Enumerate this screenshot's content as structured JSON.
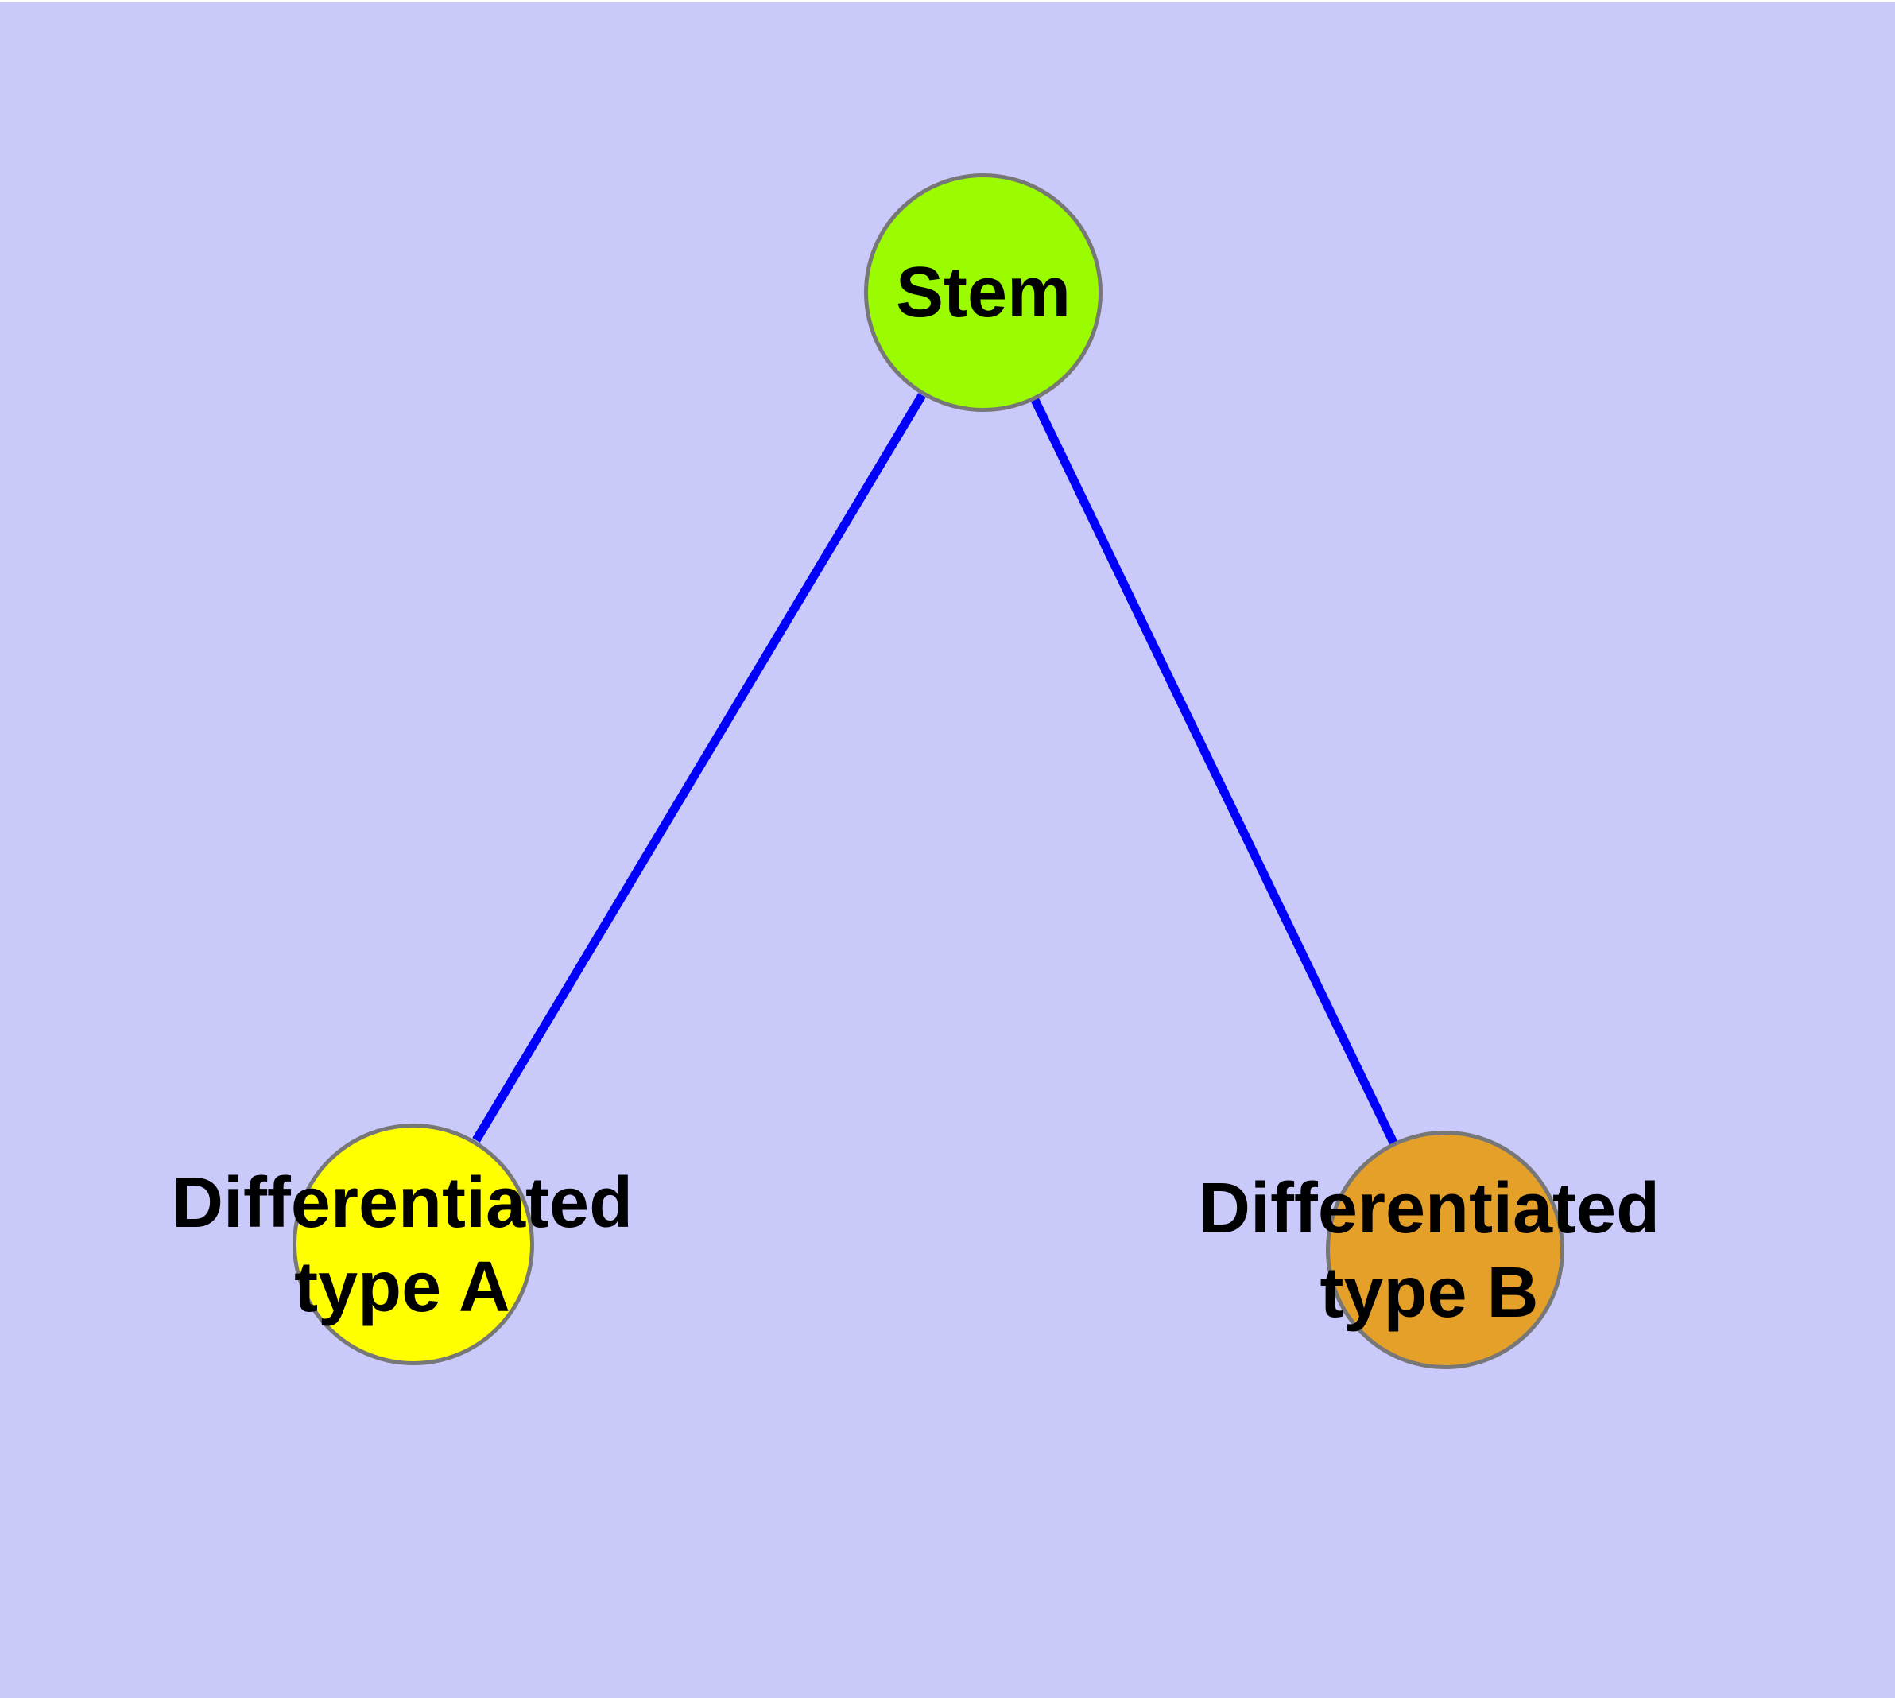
{
  "background": {
    "page": "#FFFFFF",
    "canvas": "#C9C9FA"
  },
  "diagram": {
    "nodes": [
      {
        "id": "stem",
        "label": "Stem",
        "label_lines": [
          "Stem"
        ],
        "fill": "#9BFB00",
        "border": "#777777"
      },
      {
        "id": "differentiated-type-a",
        "label": "Differentiated type A",
        "label_lines": [
          "Differentiated",
          "type A"
        ],
        "fill": "#FFFF00",
        "border": "#777777"
      },
      {
        "id": "differentiated-type-b",
        "label": "Differentiated type B",
        "label_lines": [
          "Differentiated",
          "type B"
        ],
        "fill": "#E5A02A",
        "border": "#777777"
      }
    ],
    "edges": [
      {
        "from": "stem",
        "to": "differentiated-type-a",
        "color": "#0000FB"
      },
      {
        "from": "stem",
        "to": "differentiated-type-b",
        "color": "#0000FB"
      }
    ]
  }
}
